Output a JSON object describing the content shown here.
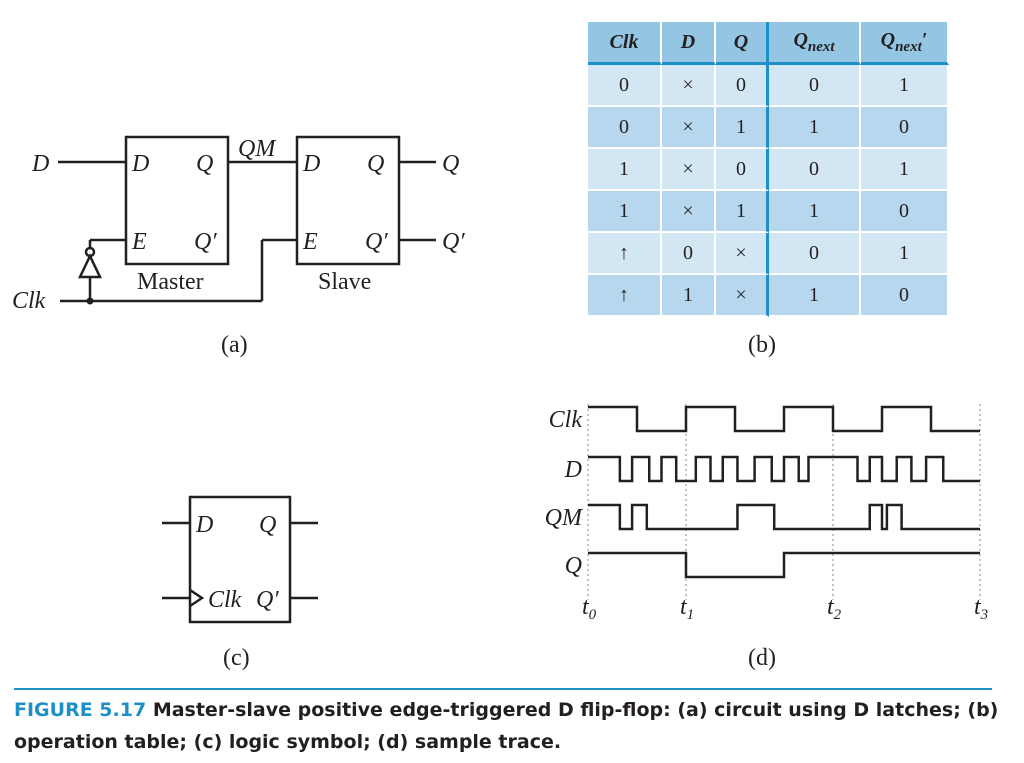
{
  "panel_a": {
    "label": "(a)",
    "input_d": "D",
    "input_clk": "Clk",
    "output_q": "Q",
    "output_qn": "Q′",
    "internal_qm": "QM",
    "master": {
      "name": "Master",
      "pin_d": "D",
      "pin_e": "E",
      "pin_q": "Q",
      "pin_qn": "Q′"
    },
    "slave": {
      "name": "Slave",
      "pin_d": "D",
      "pin_e": "E",
      "pin_q": "Q",
      "pin_qn": "Q′"
    }
  },
  "panel_b": {
    "label": "(b)",
    "headers": [
      "Clk",
      "D",
      "Q",
      "Qnext",
      "Qnext′"
    ],
    "header_q_next": "Q",
    "header_q_next_sub": "next",
    "header_q_next_prime": "′",
    "rows": [
      [
        "0",
        "×",
        "0",
        "0",
        "1"
      ],
      [
        "0",
        "×",
        "1",
        "1",
        "0"
      ],
      [
        "1",
        "×",
        "0",
        "0",
        "1"
      ],
      [
        "1",
        "×",
        "1",
        "1",
        "0"
      ],
      [
        "↑",
        "0",
        "×",
        "0",
        "1"
      ],
      [
        "↑",
        "1",
        "×",
        "1",
        "0"
      ]
    ]
  },
  "panel_c": {
    "label": "(c)",
    "pin_d": "D",
    "pin_q": "Q",
    "pin_clk": "Clk",
    "pin_qn": "Q′"
  },
  "panel_d": {
    "label": "(d)",
    "signals": [
      "Clk",
      "D",
      "QM",
      "Q"
    ],
    "time_marks": [
      "t0",
      "t1",
      "t2",
      "t3"
    ],
    "time_base": "t",
    "time_subs": [
      "0",
      "1",
      "2",
      "3"
    ]
  },
  "caption": {
    "figure": "FIGURE 5.17",
    "text": "Master-slave positive edge-triggered D flip-flop: (a) circuit using D latches; (b) operation table; (c) logic symbol; (d) sample trace."
  },
  "colors": {
    "accent": "#1e90c8",
    "ink": "#231f20",
    "table_header": "#94c6e4",
    "table_row_light": "#d3e6f3",
    "table_row_dark": "#b6d7ed"
  }
}
